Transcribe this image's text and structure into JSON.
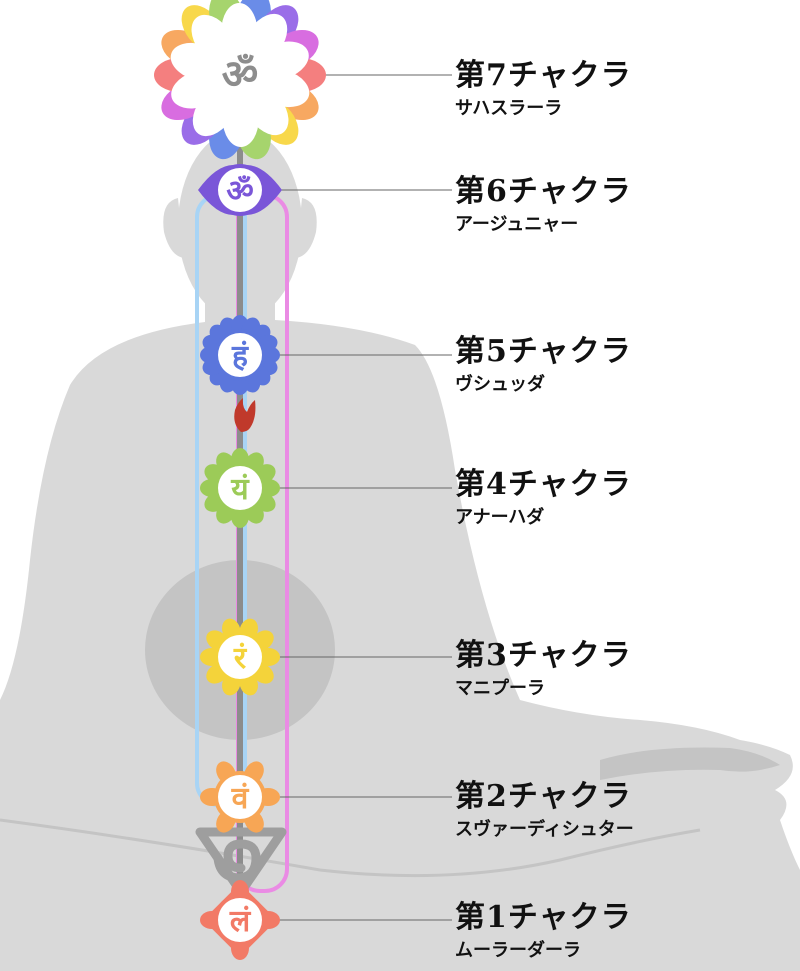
{
  "colors": {
    "body": "#d9d9d9",
    "body_dark": "#c4c4c4",
    "spine": "#8c8c8c",
    "ida": "#a8d4f5",
    "pingala": "#ea8be4",
    "kundalini": "#9e9e9e",
    "flame": "#c0392b",
    "leader": "#666666"
  },
  "chakras": [
    {
      "title": "第7チャクラ",
      "name": "サハスラーラ",
      "glyph": "ॐ",
      "color": "#8d8d8d",
      "petal_colors": [
        "#f47f7f",
        "#f7a861",
        "#f8d84b",
        "#a6d46d",
        "#6a8ce8",
        "#9a6de8",
        "#d86de0"
      ]
    },
    {
      "title": "第6チャクラ",
      "name": "アージュニャー",
      "glyph": "ॐ",
      "color": "#7a56d8"
    },
    {
      "title": "第5チャクラ",
      "name": "ヴシュッダ",
      "glyph": "हं",
      "color": "#5b76dc"
    },
    {
      "title": "第4チャクラ",
      "name": "アナーハダ",
      "glyph": "यं",
      "color": "#9ccb58"
    },
    {
      "title": "第3チャクラ",
      "name": "マニプーラ",
      "glyph": "रं",
      "color": "#f4d33a"
    },
    {
      "title": "第2チャクラ",
      "name": "スヴァーディシュター",
      "glyph": "वं",
      "color": "#f7a655"
    },
    {
      "title": "第1チャクラ",
      "name": "ムーラーダーラ",
      "glyph": "लं",
      "color": "#f27a66"
    }
  ]
}
